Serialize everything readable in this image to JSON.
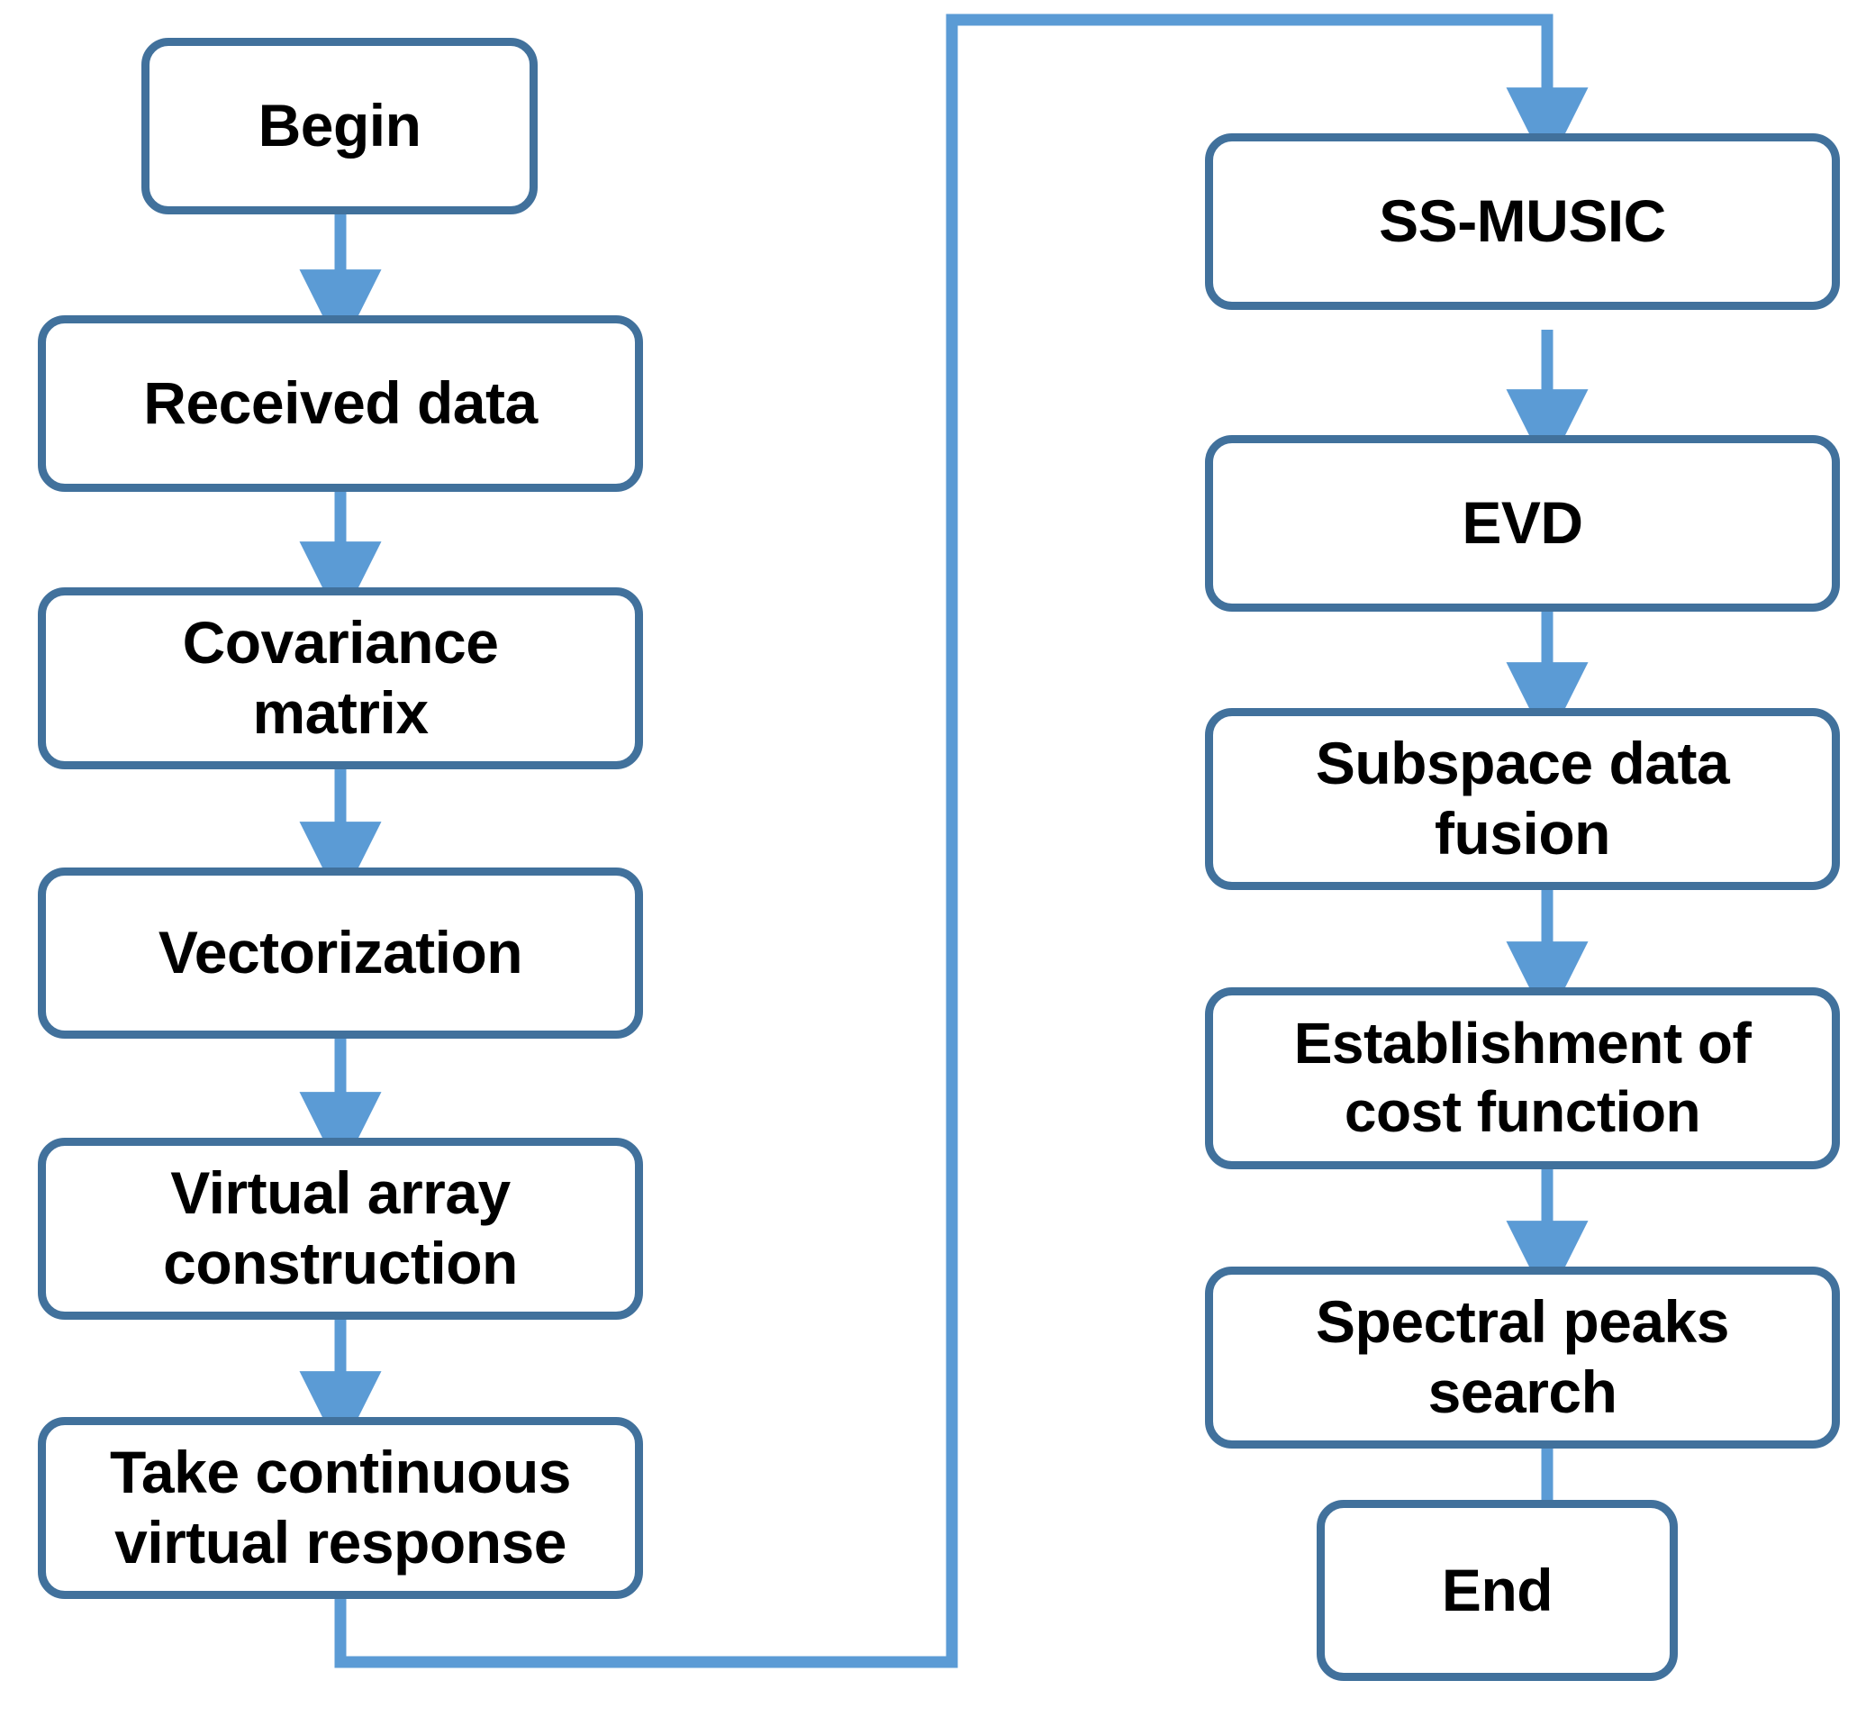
{
  "diagram": {
    "title": "SS-MUSIC DOA estimation algorithm flowchart",
    "type": "flowchart",
    "colors": {
      "node_border": "#41719C",
      "node_fill": "#FFFFFF",
      "connector": "#5B9BD5",
      "text": "#000000",
      "background": "#FFFFFF"
    },
    "left_column": {
      "nodes": [
        {
          "id": "begin",
          "label": "Begin"
        },
        {
          "id": "received-data",
          "label": "Received data"
        },
        {
          "id": "covariance",
          "label": "Covariance\nmatrix"
        },
        {
          "id": "vectorization",
          "label": "Vectorization"
        },
        {
          "id": "virtual-array",
          "label": "Virtual array\nconstruction"
        },
        {
          "id": "take-response",
          "label": "Take continuous\nvirtual response"
        }
      ]
    },
    "right_column": {
      "nodes": [
        {
          "id": "ss-music",
          "label": "SS-MUSIC"
        },
        {
          "id": "evd",
          "label": "EVD"
        },
        {
          "id": "subspace",
          "label": "Subspace data\nfusion"
        },
        {
          "id": "cost-function",
          "label": "Establishment of\ncost function"
        },
        {
          "id": "spectral-peaks",
          "label": "Spectral peaks\nsearch"
        },
        {
          "id": "end",
          "label": "End"
        }
      ]
    },
    "edges": [
      {
        "from": "begin",
        "to": "received-data",
        "kind": "straight-down"
      },
      {
        "from": "received-data",
        "to": "covariance",
        "kind": "straight-down"
      },
      {
        "from": "covariance",
        "to": "vectorization",
        "kind": "straight-down"
      },
      {
        "from": "vectorization",
        "to": "virtual-array",
        "kind": "straight-down"
      },
      {
        "from": "virtual-array",
        "to": "take-response",
        "kind": "straight-down"
      },
      {
        "from": "take-response",
        "to": "ss-music",
        "kind": "loop-around"
      },
      {
        "from": "ss-music",
        "to": "evd",
        "kind": "straight-down"
      },
      {
        "from": "evd",
        "to": "subspace",
        "kind": "straight-down"
      },
      {
        "from": "subspace",
        "to": "cost-function",
        "kind": "straight-down"
      },
      {
        "from": "cost-function",
        "to": "spectral-peaks",
        "kind": "straight-down"
      },
      {
        "from": "spectral-peaks",
        "to": "end",
        "kind": "straight-down"
      }
    ]
  }
}
